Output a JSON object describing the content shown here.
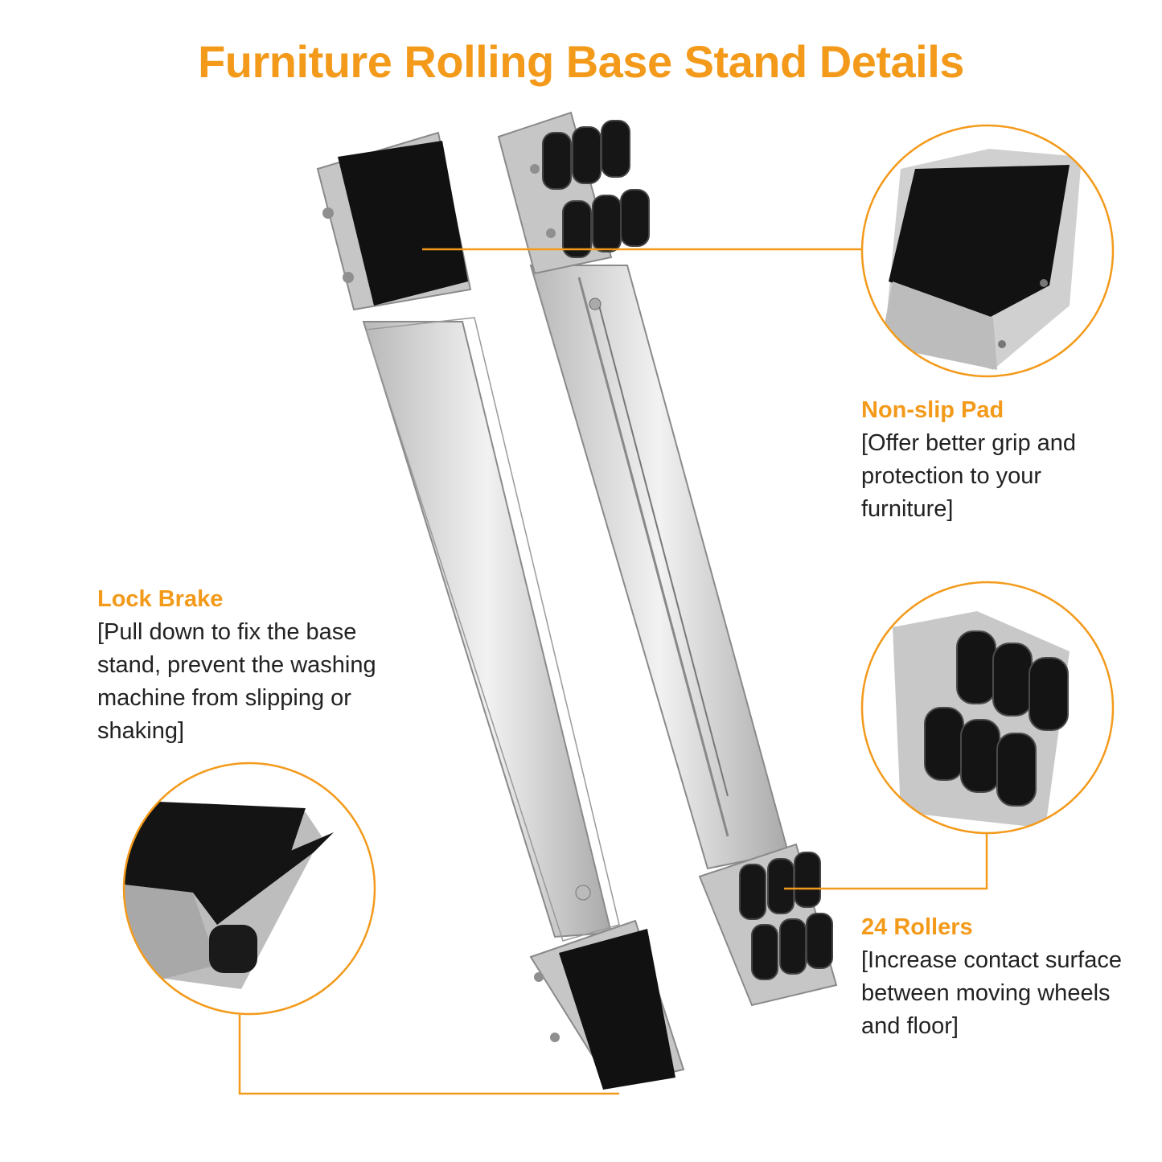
{
  "title": "Furniture Rolling Base Stand Details",
  "accent_color": "#f39a1b",
  "callouts": {
    "non_slip": {
      "heading": "Non-slip Pad",
      "body": " [Offer better grip and protection to your furniture]"
    },
    "lock_brake": {
      "heading": "Lock Brake",
      "body": "[Pull down to fix the base stand, prevent the washing machine from slipping or shaking]"
    },
    "rollers": {
      "heading": "24 Rollers",
      "body": "[Increase contact surface between moving wheels and floor]"
    }
  }
}
